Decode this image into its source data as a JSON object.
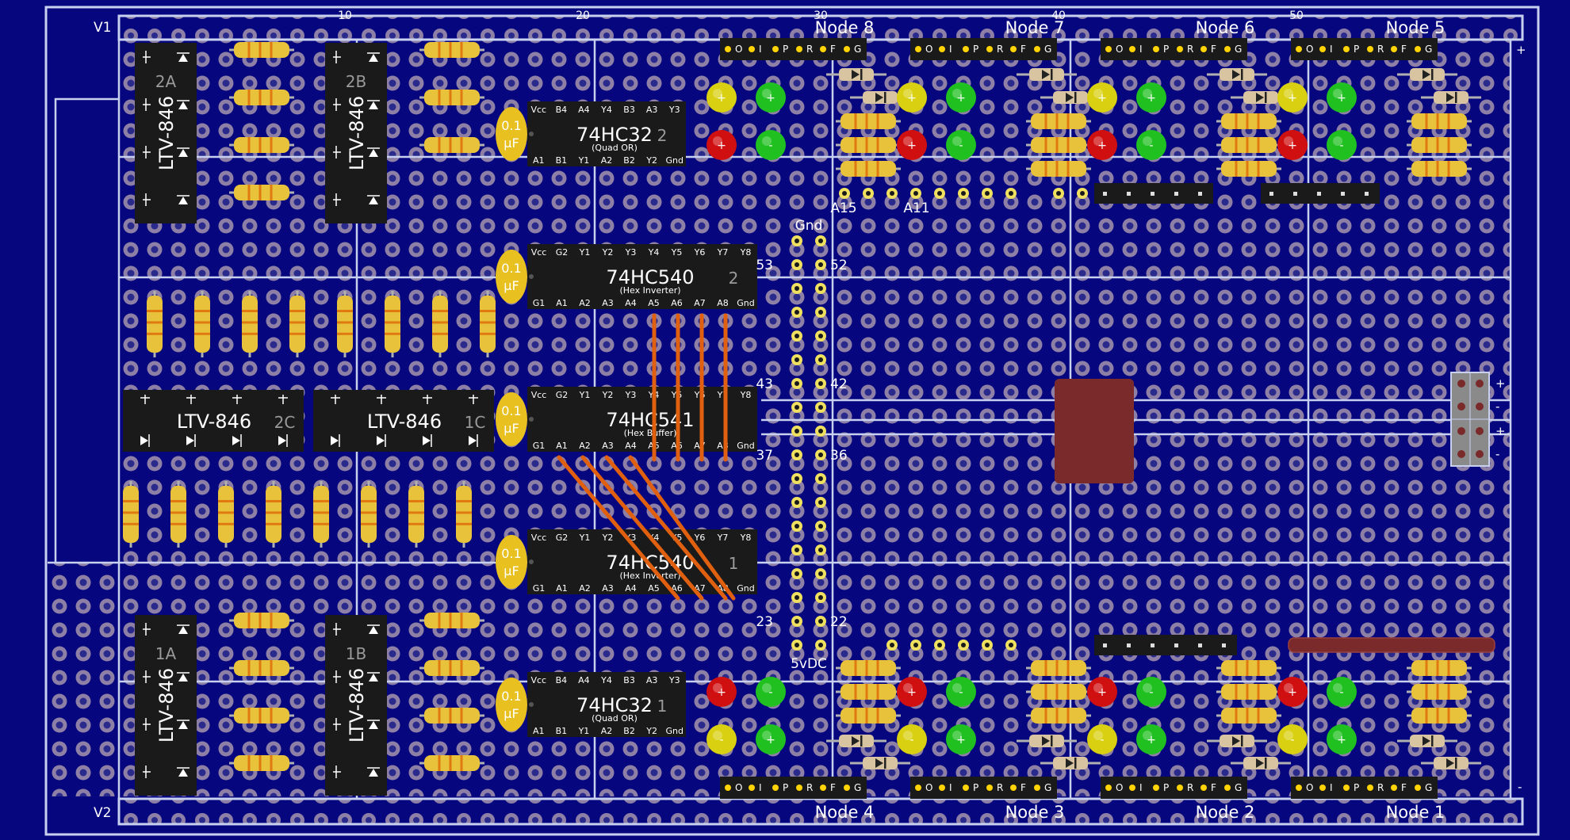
{
  "colors": {
    "background": "#06067f",
    "board_blue": "#0a0ab4",
    "pad": "#8b7ea8",
    "pad_hole": "#2a2a8a",
    "rail": "#c8d0f0",
    "chip": "#1a1a1a",
    "resistor": "#e8c23a",
    "cap": "#e8c020",
    "wire": "#e06010",
    "led_red": "#d01010",
    "led_green": "#20c020",
    "led_yellow": "#d8d010",
    "relay": "#7a2a2a"
  },
  "rail_labels": {
    "top": "V1",
    "bottom": "V2"
  },
  "column_markers": [
    "10",
    "20",
    "30",
    "40",
    "50"
  ],
  "nodes_top": [
    "Node 8",
    "Node 7",
    "Node 6",
    "Node 5"
  ],
  "nodes_bottom": [
    "Node 4",
    "Node 3",
    "Node 2",
    "Node 1"
  ],
  "node_header_pins": [
    "O",
    "I",
    "P",
    "R",
    "F",
    "G"
  ],
  "optocouplers": {
    "part": "LTV-846",
    "vertical": [
      "2A",
      "2B",
      "1A",
      "1B"
    ],
    "horizontal": [
      "2C",
      "1C"
    ]
  },
  "chips": [
    {
      "id": "u1",
      "name": "74HC32",
      "num": "2",
      "desc": "(Quad OR)",
      "top_pins": [
        "Vcc",
        "B4",
        "A4",
        "Y4",
        "B3",
        "A3",
        "Y3"
      ],
      "bottom_pins": [
        "A1",
        "B1",
        "Y1",
        "A2",
        "B2",
        "Y2",
        "Gnd"
      ]
    },
    {
      "id": "u2",
      "name": "74HC540",
      "num": "2",
      "desc": "(Hex Inverter)",
      "top_pins": [
        "Vcc",
        "G2",
        "Y1",
        "Y2",
        "Y3",
        "Y4",
        "Y5",
        "Y6",
        "Y7",
        "Y8"
      ],
      "bottom_pins": [
        "G1",
        "A1",
        "A2",
        "A3",
        "A4",
        "A5",
        "A6",
        "A7",
        "A8",
        "Gnd"
      ]
    },
    {
      "id": "u3",
      "name": "74HC541",
      "num": "",
      "desc": "(Hex Buffer)",
      "top_pins": [
        "Vcc",
        "G2",
        "Y1",
        "Y2",
        "Y3",
        "Y4",
        "Y5",
        "Y6",
        "Y7",
        "Y8"
      ],
      "bottom_pins": [
        "G1",
        "A1",
        "A2",
        "A3",
        "A4",
        "A5",
        "A6",
        "A7",
        "A8",
        "Gnd"
      ]
    },
    {
      "id": "u4",
      "name": "74HC540",
      "num": "1",
      "desc": "(Hex Inverter)",
      "top_pins": [
        "Vcc",
        "G2",
        "Y1",
        "Y2",
        "Y3",
        "Y4",
        "Y5",
        "Y6",
        "Y7",
        "Y8"
      ],
      "bottom_pins": [
        "G1",
        "A1",
        "A2",
        "A3",
        "A4",
        "A5",
        "A6",
        "A7",
        "A8",
        "Gnd"
      ]
    },
    {
      "id": "u5",
      "name": "74HC32",
      "num": "1",
      "desc": "(Quad OR)",
      "top_pins": [
        "Vcc",
        "B4",
        "A4",
        "Y4",
        "B3",
        "A3",
        "Y3"
      ],
      "bottom_pins": [
        "A1",
        "B1",
        "Y1",
        "A2",
        "B2",
        "Y2",
        "Gnd"
      ]
    }
  ],
  "capacitor": {
    "line1": "0.1",
    "line2": "µF"
  },
  "header_labels": {
    "a15": "A15",
    "a11": "A11",
    "gnd": "Gnd",
    "vdc": "5vDC",
    "p53": "53",
    "p52": "52",
    "p43": "43",
    "p42": "42",
    "p37": "37",
    "p36": "36",
    "p23": "23",
    "p22": "22"
  },
  "power_terminal": [
    "+",
    "-",
    "+",
    "-"
  ],
  "edge_marks": {
    "plus": "+",
    "minus": "-"
  }
}
